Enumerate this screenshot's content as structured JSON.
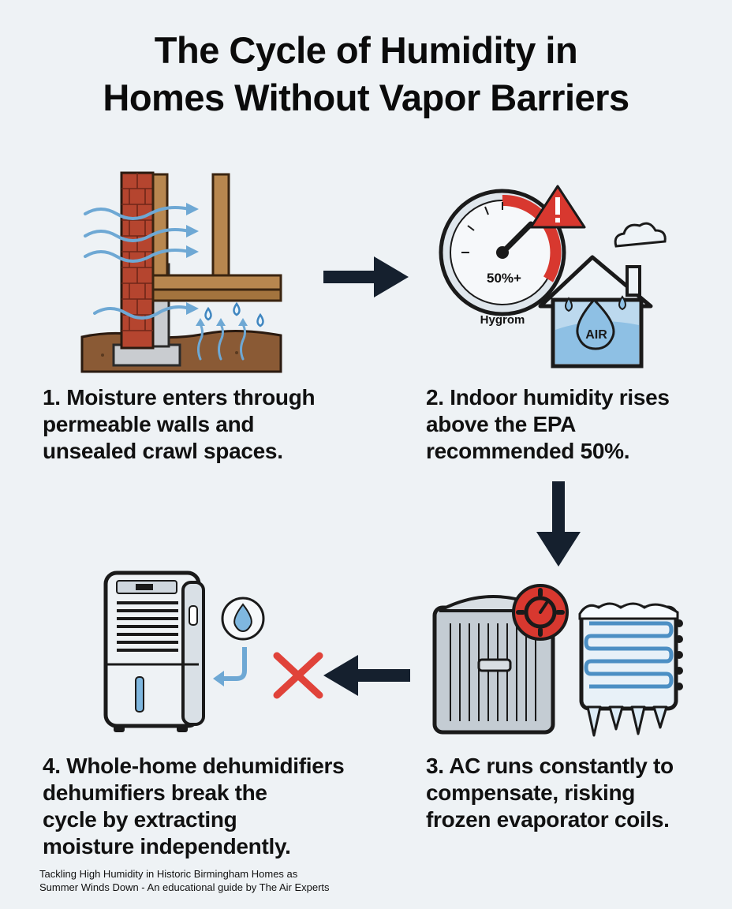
{
  "title": {
    "line1": "The Cycle of Humidity in",
    "line2": "Homes Without Vapor Barriers"
  },
  "steps": [
    {
      "lines": [
        "1. Moisture enters through",
        "permeable walls and",
        "unsealed crawl spaces."
      ],
      "icon": "brick-wall-crawlspace-icon"
    },
    {
      "lines": [
        "2. Indoor humidity rises",
        "above the EPA",
        "recommended 50%."
      ],
      "icon": "hygrometer-house-icon",
      "gauge_label": "50%+",
      "hygrometer_label": "Hygrom",
      "house_label": "AIR"
    },
    {
      "lines": [
        "3. AC runs constantly to",
        "compensate, risking",
        "frozen evaporator coils."
      ],
      "icon": "ac-unit-frozen-coil-icon"
    },
    {
      "lines": [
        "4. Whole-home dehumidifiers",
        "dehumifiers break the",
        "cycle by extracting",
        "moisture independently."
      ],
      "icon": "dehumidifier-icon"
    }
  ],
  "footer": {
    "line1": "Tackling High Humidity in Historic Birmingham Homes as",
    "line2": "Summer Winds Down - An educational guide by The Air Experts"
  },
  "colors": {
    "background": "#eef2f5",
    "arrow": "#15202e",
    "brick": "#b5452f",
    "wood": "#a87a45",
    "water": "#5aa2d6",
    "alert_red": "#d8382f",
    "x_mark": "#e0433a"
  }
}
